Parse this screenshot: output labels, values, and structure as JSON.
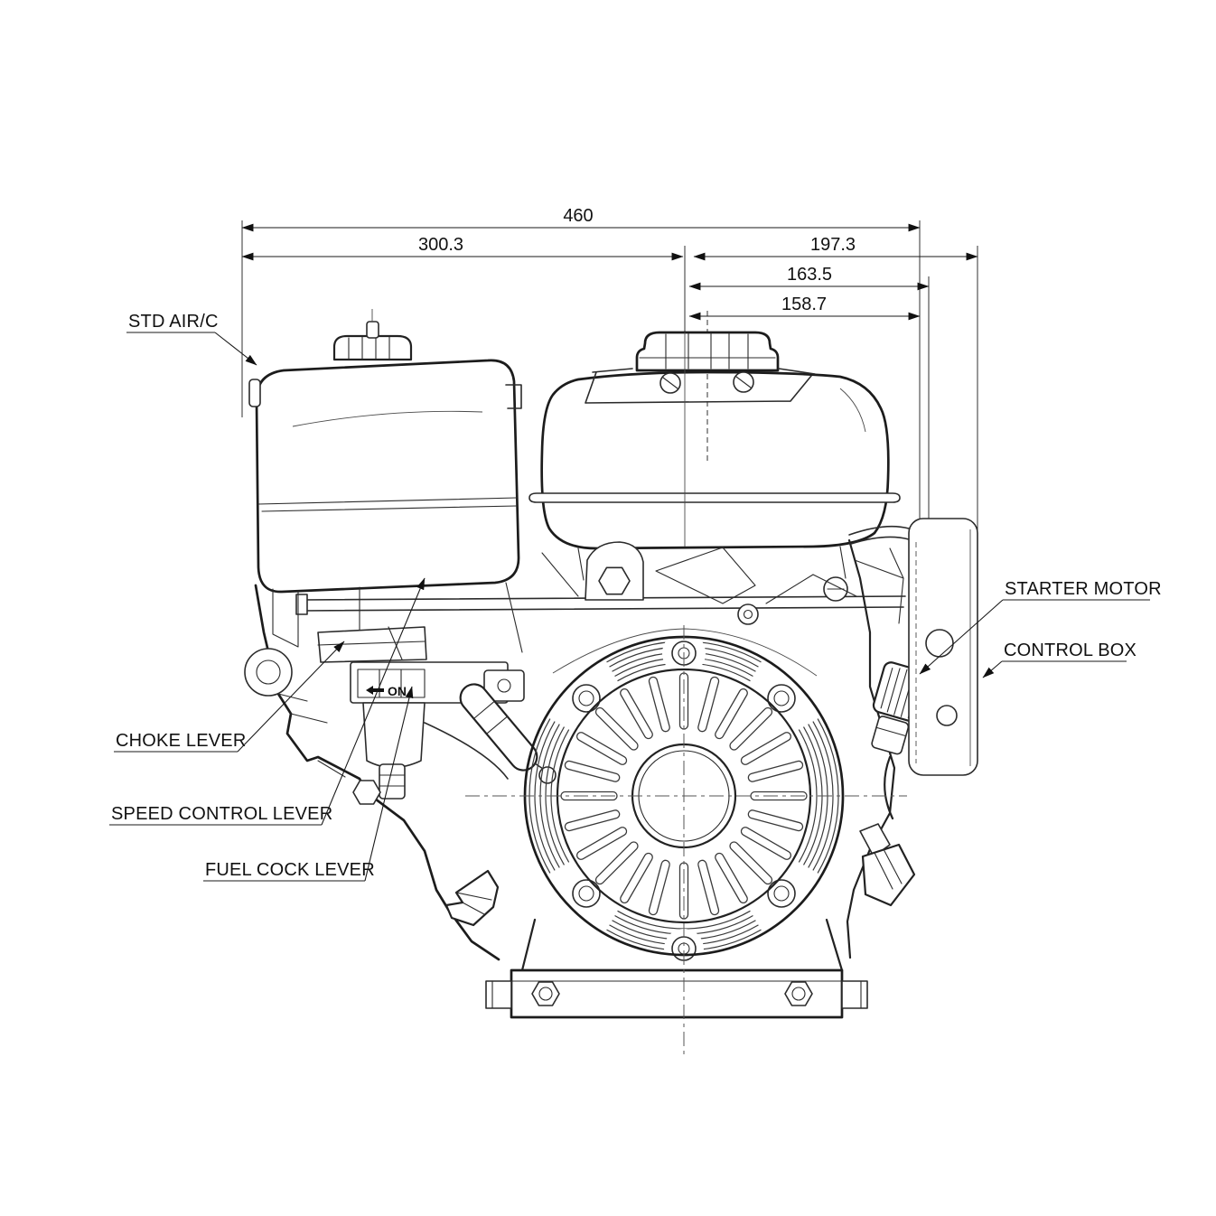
{
  "drawing": {
    "kind": "engine-side-view-technical-drawing",
    "background_color": "#ffffff",
    "line_color": "#2b2b2b",
    "text_color": "#111111"
  },
  "dimensions": {
    "total_width": {
      "value": "460"
    },
    "left_to_center": {
      "value": "300.3"
    },
    "center_to_right": {
      "value": "197.3"
    },
    "center_to_controlbox": {
      "value": "163.5"
    },
    "center_to_starter": {
      "value": "158.7"
    }
  },
  "callouts": {
    "std_air_cleaner": {
      "label": "STD AIR/C"
    },
    "starter_motor": {
      "label": "STARTER MOTOR"
    },
    "control_box": {
      "label": "CONTROL BOX"
    },
    "choke_lever": {
      "label": "CHOKE LEVER"
    },
    "speed_control_lever": {
      "label": "SPEED CONTROL LEVER"
    },
    "fuel_cock_lever": {
      "label": "FUEL COCK LEVER"
    }
  },
  "markings": {
    "fuel_on": {
      "label": "ON"
    }
  }
}
